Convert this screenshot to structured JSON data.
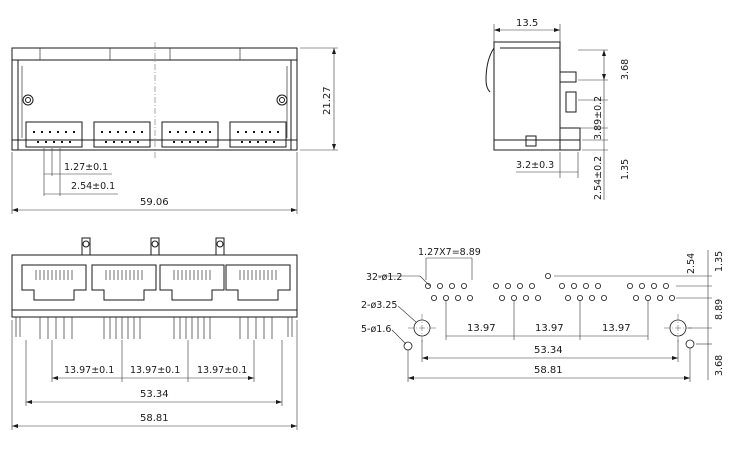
{
  "front_view": {
    "pitch_label": "1.27±0.1",
    "row_offset_label": "2.54±0.1",
    "width_label": "59.06",
    "height_label": "21.27"
  },
  "side_view": {
    "depth_label": "13.5",
    "dim_a": "3.68",
    "dim_b": "3.89±0.2",
    "dim_c": "1.35",
    "dim_d": "2.54±0.2",
    "dim_e": "3.2±0.3"
  },
  "bottom_view": {
    "port_pitch_1": "13.97±0.1",
    "port_pitch_2": "13.97±0.1",
    "port_pitch_3": "13.97±0.1",
    "post_span": "53.34",
    "overall_width": "58.81"
  },
  "pcb_layout": {
    "pin_pitch_label": "1.27X7=8.89",
    "signal_holes": "32-ø1.2",
    "mount_holes": "2-ø3.25",
    "led_holes": "5-ø1.6",
    "pitch_1": "13.97",
    "pitch_2": "13.97",
    "pitch_3": "13.97",
    "post_span": "53.34",
    "overall": "58.81",
    "right_a": "2.54",
    "right_b": "1.35",
    "right_c": "8.89",
    "right_d": "3.68"
  }
}
